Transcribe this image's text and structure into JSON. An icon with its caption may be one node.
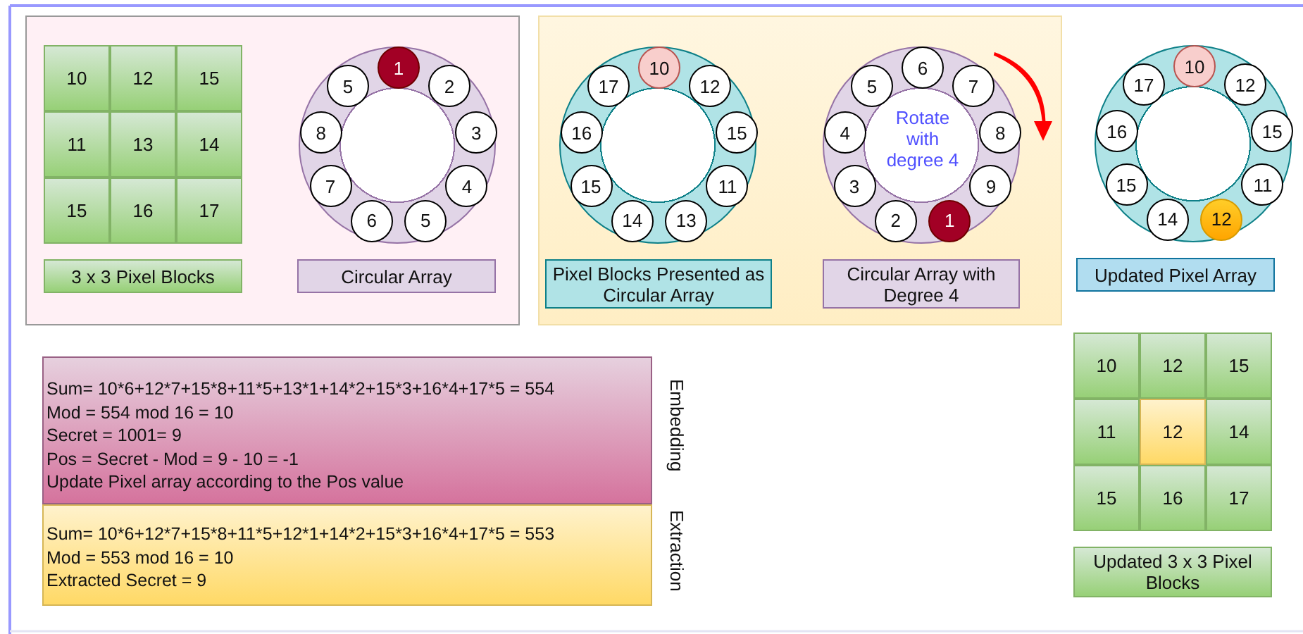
{
  "diagram": {
    "nodes": [
      {
        "text": [],
        "shape": "box"
      },
      {
        "text": [
          "10"
        ],
        "in": 0
      },
      {
        "text": [
          "12"
        ],
        "in": 0
      },
      {
        "text": [
          "15"
        ],
        "in": 0
      },
      {
        "text": [
          "11"
        ],
        "in": 0
      },
      {
        "text": [
          "13"
        ],
        "in": 0
      },
      {
        "text": [
          "14"
        ],
        "in": 0
      },
      {
        "text": [
          "15"
        ],
        "in": 0
      },
      {
        "text": [
          "16"
        ],
        "in": 0
      },
      {
        "text": [
          "17"
        ],
        "in": 0
      },
      {
        "text": [
          "3 x 3 Pixel Blocks"
        ],
        "in": 0
      },
      {
        "text": [],
        "shape": "circle",
        "in": 0
      },
      {
        "text": [
          "1"
        ],
        "in": 11
      },
      {
        "text": [
          "2"
        ],
        "in": 11
      },
      {
        "text": [
          "3"
        ],
        "in": 11
      },
      {
        "text": [
          "4"
        ],
        "in": 11
      },
      {
        "text": [
          "5"
        ],
        "in": 11
      },
      {
        "text": [
          "6"
        ],
        "in": 11
      },
      {
        "text": [
          "7"
        ],
        "in": 11
      },
      {
        "text": [
          "8"
        ],
        "in": 11
      },
      {
        "text": [
          "5"
        ],
        "in": 11
      },
      {
        "text": [
          "Circular Array"
        ],
        "in": 0
      },
      {
        "text": [],
        "shape": "box"
      },
      {
        "text": [],
        "shape": "circle",
        "in": 22
      },
      {
        "text": [
          "10"
        ],
        "in": 23
      },
      {
        "text": [
          "12"
        ],
        "in": 23
      },
      {
        "text": [
          "15"
        ],
        "in": 23
      },
      {
        "text": [
          "11"
        ],
        "in": 23
      },
      {
        "text": [
          "13"
        ],
        "in": 23
      },
      {
        "text": [
          "14"
        ],
        "in": 23
      },
      {
        "text": [
          "15"
        ],
        "in": 23
      },
      {
        "text": [
          "16"
        ],
        "in": 23
      },
      {
        "text": [
          "17"
        ],
        "in": 23
      },
      {
        "text": [
          "Rotate with degree 4"
        ],
        "in": 22
      },
      {
        "text": [
          "6"
        ],
        "in": 33
      },
      {
        "text": [
          "7"
        ],
        "in": 33
      },
      {
        "text": [
          "8"
        ],
        "in": 33
      },
      {
        "text": [
          "9"
        ],
        "in": 33
      },
      {
        "text": [
          "1"
        ],
        "in": 33
      },
      {
        "text": [
          "2"
        ],
        "in": 33
      },
      {
        "text": [
          "3"
        ],
        "in": 33
      },
      {
        "text": [
          "4"
        ],
        "in": 33
      },
      {
        "text": [
          "5"
        ],
        "in": 33
      },
      {
        "text": [
          "Pixel Blocks Presented as Circular Array"
        ],
        "in": 22
      },
      {
        "text": [
          "Circular Array with Degree 4"
        ],
        "in": 22
      },
      {
        "text": [],
        "shape": "circle"
      },
      {
        "text": [
          "10"
        ],
        "in": 45
      },
      {
        "text": [
          "12"
        ],
        "in": 45
      },
      {
        "text": [
          "15"
        ],
        "in": 45
      },
      {
        "text": [
          "11"
        ],
        "in": 45
      },
      {
        "text": [
          "12"
        ],
        "in": 45
      },
      {
        "text": [
          "14"
        ],
        "in": 45
      },
      {
        "text": [
          "15"
        ],
        "in": 45
      },
      {
        "text": [
          "16"
        ],
        "in": 45
      },
      {
        "text": [
          "17"
        ],
        "in": 45
      },
      {
        "text": [
          "Updated Pixel Array"
        ]
      },
      {
        "text": [
          "10"
        ]
      },
      {
        "text": [
          "12"
        ]
      },
      {
        "text": [
          "15"
        ]
      },
      {
        "text": [
          "11"
        ]
      },
      {
        "text": [
          "12"
        ]
      },
      {
        "text": [
          "14"
        ]
      },
      {
        "text": [
          "15"
        ]
      },
      {
        "text": [
          "16"
        ]
      },
      {
        "text": [
          "17"
        ]
      },
      {
        "text": [
          "Updated 3 x 3 Pixel Blocks"
        ]
      },
      {
        "text": [
          "Sum= 10*6+12*7+15*8+11*5+13*1+14*2+15*3+16*4+17*5 = 554",
          "Mod = 554 mod 16 = 10",
          "Secret = 1001= 9",
          "Pos = Secret - Mod = 9 - 10 = -1",
          "Update Pixel array according to the Pos value"
        ],
        "beside": [
          "Embedding"
        ]
      },
      {
        "text": [
          "Sum= 10*6+12*7+15*8+11*5+12*1+14*2+15*3+16*4+17*5 = 553",
          "Mod = 553 mod 16 = 10",
          "Extracted Secret = 9"
        ],
        "beside": [
          "Extraction"
        ]
      }
    ]
  }
}
